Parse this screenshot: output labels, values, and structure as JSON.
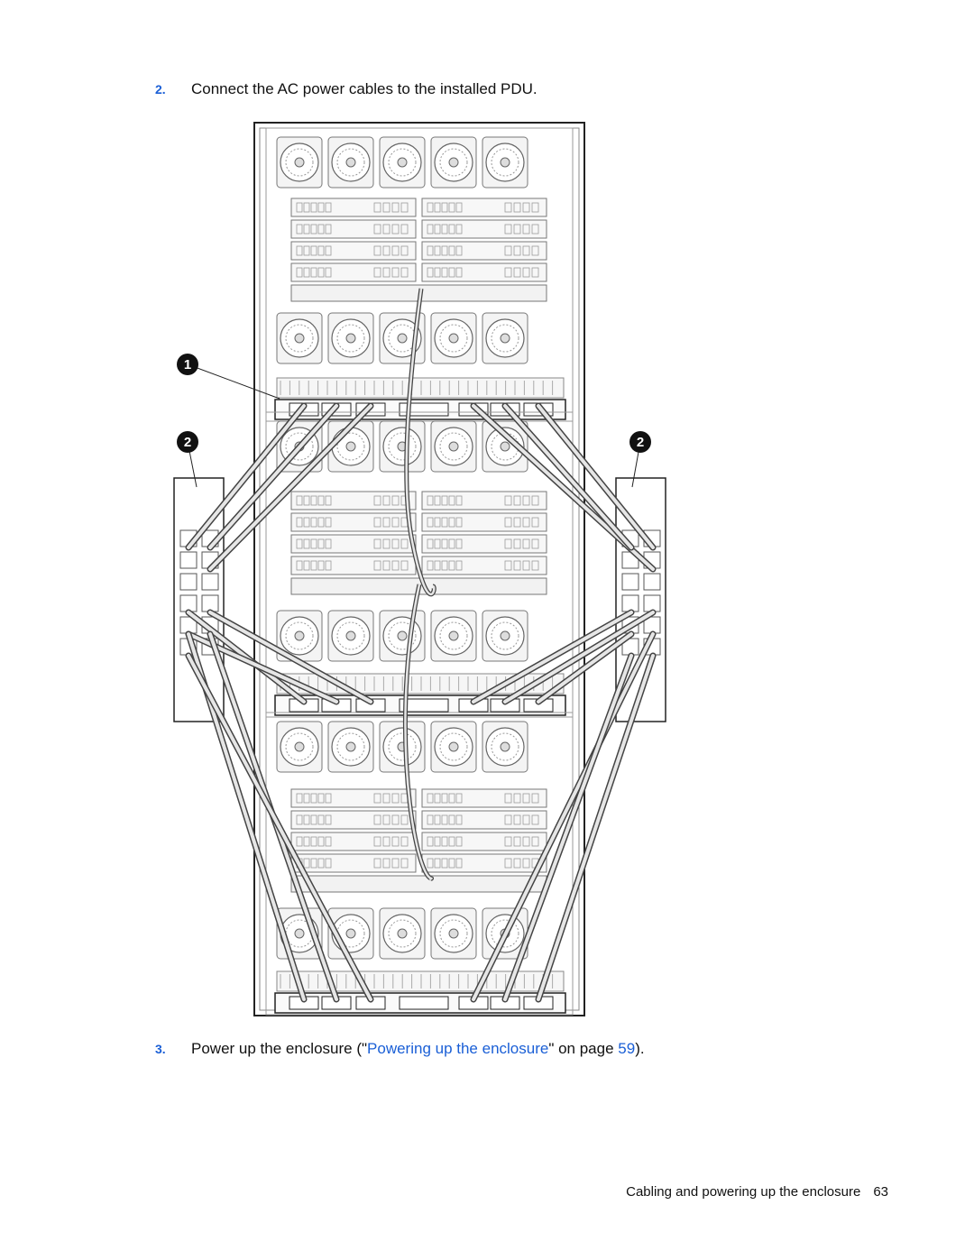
{
  "steps": [
    {
      "number": "2.",
      "text": "Connect the AC power cables to the installed PDU."
    },
    {
      "number": "3.",
      "text_before": "Power up the enclosure (\"",
      "link_text": "Powering up the enclosure",
      "text_middle": "\" on page ",
      "page_link": "59",
      "text_after": ")."
    }
  ],
  "figure": {
    "callouts": [
      "1",
      "2",
      "2"
    ],
    "icons": [
      "fan-icon",
      "blade-slot",
      "pdu",
      "power-cable"
    ]
  },
  "footer": {
    "section_title": "Cabling and powering up the enclosure",
    "page_number": "63"
  },
  "colors": {
    "link": "#1a5fd6",
    "drawing": "#222222"
  }
}
